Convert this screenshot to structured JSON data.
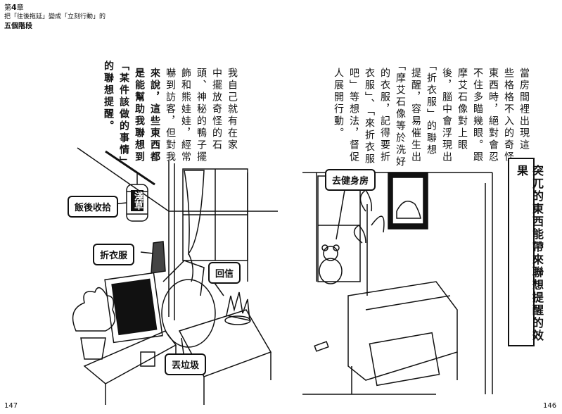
{
  "header": {
    "chapter_prefix": "第",
    "chapter_number": "4",
    "chapter_suffix": "章",
    "book_subtitle": "把「往後拖延」變成「立刻行動」的",
    "book_section": "五個階段"
  },
  "left_page": {
    "text_columns": [
      "我自己就有在家",
      "中擺放奇怪的石",
      "頭、神秘的鴨子擺",
      "飾和熊娃娃，經常",
      "嚇到訪客，但對我",
      "來說，這些東西都",
      "是能幫助我聯想到",
      "「某件該做的事情」",
      "的聯想提醒。"
    ],
    "bold_from_index": 5,
    "bubbles": {
      "after_meal": "飯後收拾",
      "fold_clothes": "折衣服",
      "reply_letter": "回信",
      "take_trash": "丟垃圾"
    },
    "lantern_text": "淺草",
    "page_number": "147"
  },
  "right_page": {
    "text_columns": [
      "當房間裡出現這",
      "些格格不入的奇怪",
      "東西時，絕對會忍",
      "不住多瞄幾眼。跟",
      "摩艾石像對上眼",
      "後，腦中會浮現出",
      "「折衣服」的聯想",
      "提醒，容易催生出",
      "「摩艾石像等於洗好",
      "的衣服，記得要折",
      "衣服」、「來折衣服",
      "吧」等想法，督促",
      "人展開行動。"
    ],
    "bubbles": {
      "go_gym": "去健身房"
    },
    "title_box": "突兀的東西能帶來聯想提醒的效果",
    "page_number": "146"
  }
}
